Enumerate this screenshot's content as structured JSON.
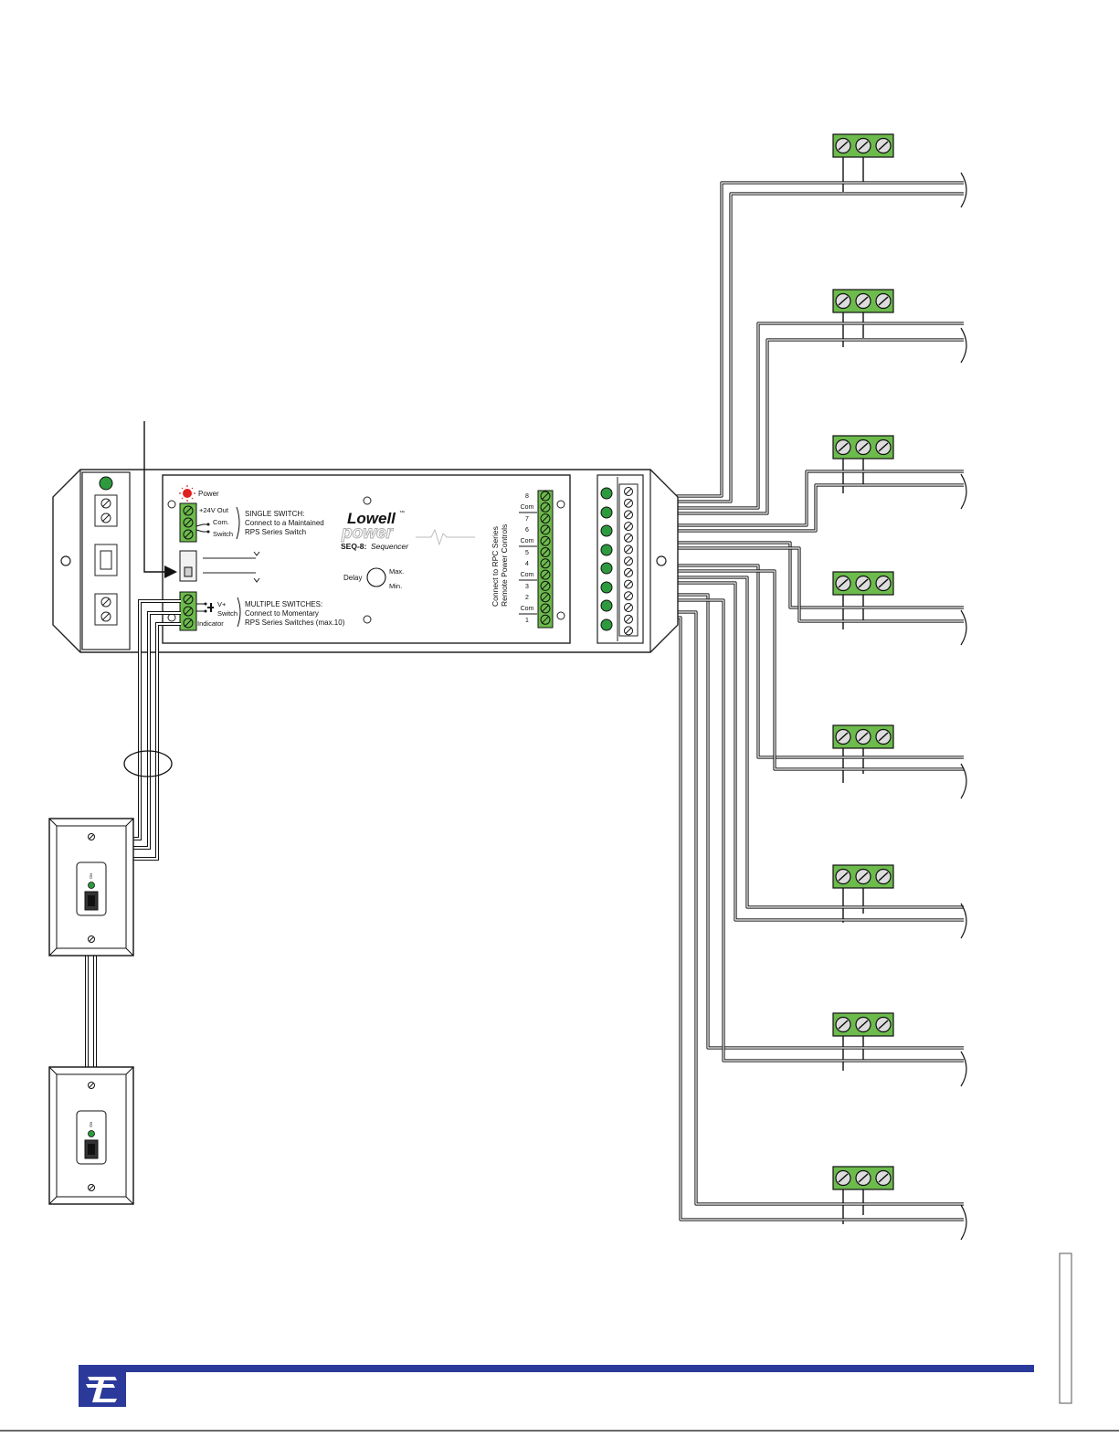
{
  "device": {
    "brand": "Lowell",
    "brand_tm": "™",
    "sub_brand": "power",
    "model": "SEQ-8:",
    "model_desc": "Sequencer",
    "power_label": "Power",
    "single_switch": {
      "pins": [
        "+24V Out",
        "Com.",
        "Switch"
      ],
      "title": "SINGLE SWITCH:",
      "line1": "Connect to a Maintained",
      "line2": "RPS Series Switch"
    },
    "multiple_switches": {
      "pins": [
        "V+",
        "Switch",
        "Indicator"
      ],
      "title": "MULTIPLE SWITCHES:",
      "line1": "Connect to Momentary",
      "line2": "RPS Series Switches (max.10)"
    },
    "delay": {
      "label": "Delay",
      "max": "Max.",
      "min": "Min."
    },
    "connect_label_1": "Connect to RPC Series",
    "connect_label_2": "Remote Power Controls",
    "terminal_labels": [
      "8",
      "Com",
      "7",
      "6",
      "Com",
      "5",
      "4",
      "Com",
      "3",
      "2",
      "Com",
      "1"
    ]
  },
  "wall_switch": {
    "on_label": "On"
  },
  "colors": {
    "terminal_green": "#6cbb4c",
    "led_green": "#2e9a3e",
    "power_led": "#e02020",
    "footer_blue": "#2b3a9a"
  },
  "icons": [
    "power-led-icon",
    "lowell-logo-icon",
    "screw-terminal-icon",
    "wall-switch-icon"
  ]
}
